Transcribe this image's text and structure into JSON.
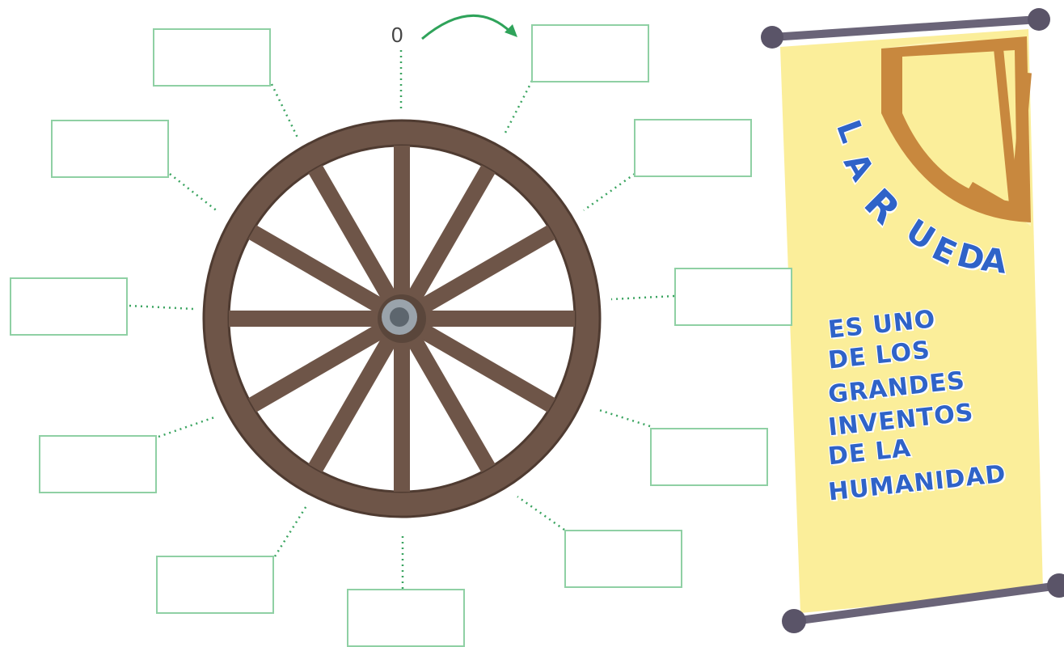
{
  "exercise": {
    "start_number": "0",
    "answer_boxes": [
      "",
      "",
      "",
      "",
      "",
      "",
      "",
      "",
      "",
      "",
      "",
      ""
    ]
  },
  "banner": {
    "title_letters": [
      "L",
      "A",
      "R",
      "U",
      "E",
      "D",
      "A"
    ],
    "body_lines": [
      "ES UNO",
      "DE LOS",
      "GRANDES",
      "INVENTOS",
      "DE LA",
      "HUMANIDAD"
    ]
  },
  "colors": {
    "wheel": "#6e5548",
    "wheel_dark": "#4f3b31",
    "box_border": "#8fd0a4",
    "dotted_line": "#3aa460",
    "arrow": "#2fa35a",
    "banner_bg": "#fbee9a",
    "banner_text": "#2f63c8",
    "rod": "#6a6478"
  }
}
